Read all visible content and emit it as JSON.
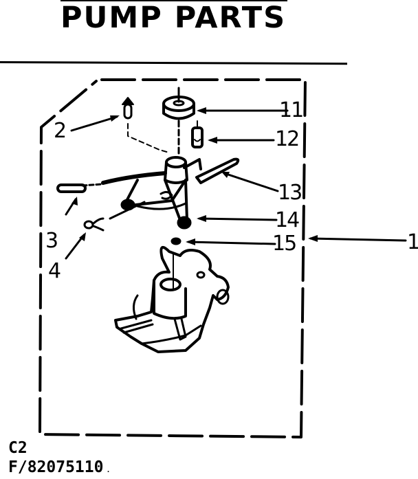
{
  "header": {
    "title": "PUMP PARTS"
  },
  "callouts": [
    {
      "id": "1",
      "label": "1"
    },
    {
      "id": "2",
      "label": "2"
    },
    {
      "id": "3",
      "label": "3"
    },
    {
      "id": "4",
      "label": "4"
    },
    {
      "id": "11",
      "label": "11"
    },
    {
      "id": "12",
      "label": "12"
    },
    {
      "id": "13",
      "label": "13"
    },
    {
      "id": "14",
      "label": "14"
    },
    {
      "id": "15",
      "label": "15"
    }
  ],
  "footer": {
    "section_code": "C2",
    "figure_number": "F/82075110",
    "trailing_mark": "."
  },
  "colors": {
    "ink": "#000000",
    "paper": "#ffffff"
  }
}
